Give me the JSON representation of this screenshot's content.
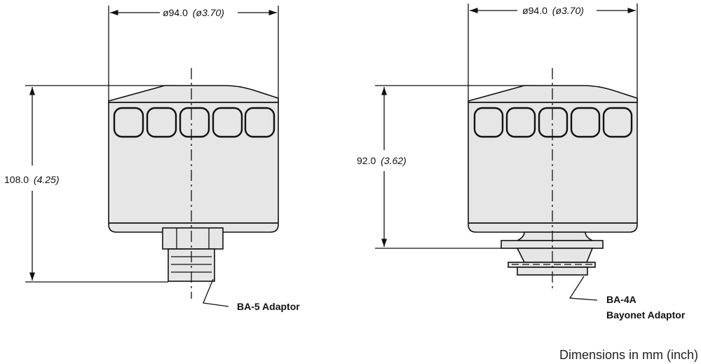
{
  "left_unit": {
    "width_dim_mm": "ø94.0",
    "width_dim_in": "(ø3.70)",
    "height_dim_mm": "108.0",
    "height_dim_in": "(4.25)",
    "adaptor_label": "BA-5 Adaptor"
  },
  "right_unit": {
    "width_dim_mm": "ø94.0",
    "width_dim_in": "(ø3.70)",
    "height_dim_mm": "92.0",
    "height_dim_in": "(3.62)",
    "adaptor_label_line1": "BA-4A",
    "adaptor_label_line2": "Bayonet Adaptor"
  },
  "footer_note": "Dimensions in mm (inch)",
  "colors": {
    "body_fill": "#e6e6e6",
    "line": "#111111"
  }
}
